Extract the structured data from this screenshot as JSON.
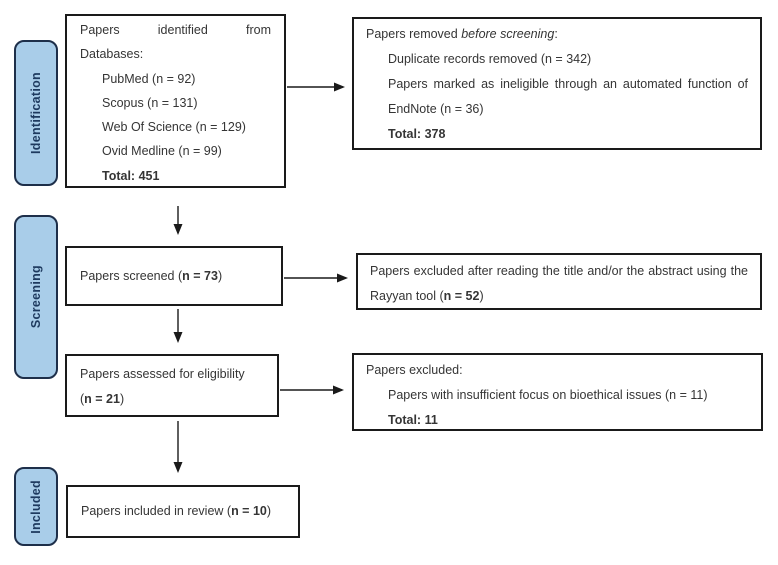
{
  "stages": {
    "identification": "Identification",
    "screening": "Screening",
    "included": "Included"
  },
  "boxes": {
    "identified": {
      "line1": "Papers identified from",
      "line2": "Databases:",
      "items": [
        "PubMed (n = 92)",
        "Scopus (n = 131)",
        "Web Of Science (n = 129)",
        "Ovid Medline (n = 99)"
      ],
      "total": "Total: 451"
    },
    "removed": {
      "title_pre": "Papers removed ",
      "title_italic": "before screening",
      "title_post": ":",
      "item1": "Duplicate records removed (n = 342)",
      "item2_line1": "Papers marked as ineligible through an automated function of",
      "item2_line2": "EndNote (n = 36)",
      "total": "Total: 378"
    },
    "screened": {
      "pre": "Papers screened (",
      "bold": "n = 73",
      "post": ")"
    },
    "excluded_screening": {
      "line1": "Papers excluded after reading the title and/or the abstract using the",
      "line2_pre": "Rayyan tool (",
      "line2_bold": "n = 52",
      "line2_post": ")"
    },
    "assessed": {
      "line1": "Papers assessed for eligibility",
      "line2_pre": "(",
      "line2_bold": "n = 21",
      "line2_post": ")"
    },
    "excluded_eligibility": {
      "title": "Papers excluded:",
      "item": "Papers with insufficient focus on bioethical issues (n = 11)",
      "total": "Total: 11"
    },
    "included": {
      "pre": "Papers included in review (",
      "bold": "n = 10",
      "post": ")"
    }
  },
  "colors": {
    "label_fill": "#A9CDE9",
    "label_border": "#1E2F4A",
    "label_text": "#1E3A5F",
    "box_border": "#1A1A1A",
    "arrow": "#1A1A1A"
  }
}
